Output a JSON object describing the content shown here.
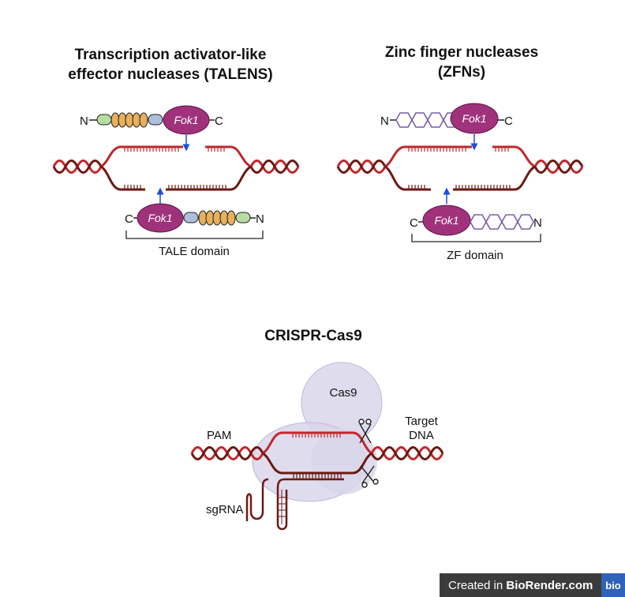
{
  "talens": {
    "title_line1": "Transcription activator-like",
    "title_line2": "effector nucleases (TALENS)",
    "fok_label": "Fok1",
    "n_terminal": "N",
    "c_terminal": "C",
    "domain_label": "TALE domain"
  },
  "zfns": {
    "title_line1": "Zinc finger nucleases",
    "title_line2": "(ZFNs)",
    "fok_label": "Fok1",
    "n_terminal": "N",
    "c_terminal": "C",
    "domain_label": "ZF domain"
  },
  "crispr": {
    "title": "CRISPR-Cas9",
    "cas9_label": "Cas9",
    "pam_label": "PAM",
    "target_line1": "Target",
    "target_line2": "DNA",
    "sgrna_label": "sgRNA"
  },
  "badge": {
    "prefix": "Created in ",
    "brand": "BioRender.com",
    "logo": "bio"
  },
  "colors": {
    "dna_red": "#c0282c",
    "dna_dark": "#6b1a14",
    "fok": "#a0327c",
    "tale_repeat": "#e8b05c",
    "zf_hex": "#7b5ea8",
    "cas9": "#d9d6ea",
    "arrow": "#1f4fd8"
  }
}
